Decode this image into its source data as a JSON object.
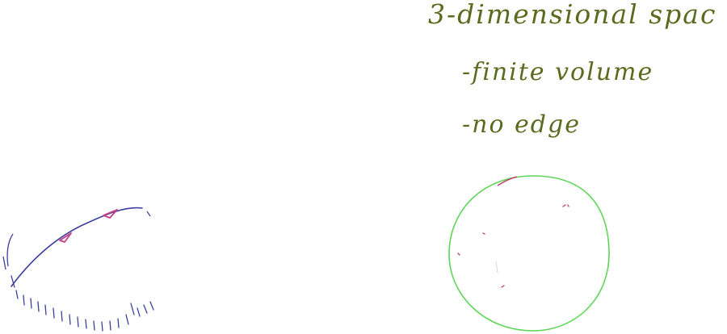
{
  "notes": {
    "heading": "3-dimensional spac",
    "items": [
      "-finite volume",
      "-no edge"
    ]
  },
  "colors": {
    "ink_green": "#5b6b1f",
    "arc_blue": "#3d3f9e",
    "arrow_magenta": "#c0408a",
    "circle_green": "#5fd65a",
    "dot_red": "#c4366a",
    "hatch_blue": "#3d3f9e"
  },
  "drawings": {
    "left": "curved-arc-with-arrows-and-hatching",
    "right": "green-circle-with-dots"
  }
}
